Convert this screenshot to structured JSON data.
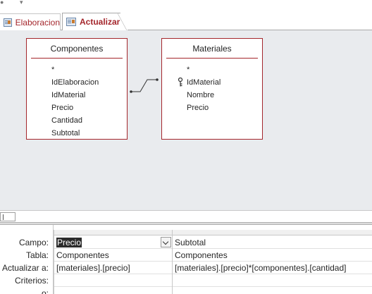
{
  "tabs": [
    {
      "label": "Elaboracion",
      "active": false
    },
    {
      "label": "Actualizar",
      "active": true
    }
  ],
  "design": {
    "tables": [
      {
        "title": "Componentes",
        "fields": [
          "*",
          "IdElaboracion",
          "IdMaterial",
          "Precio",
          "Cantidad",
          "Subtotal"
        ]
      },
      {
        "title": "Materiales",
        "fields": [
          "*",
          "IdMaterial",
          "Nombre",
          "Precio"
        ],
        "key_field": "IdMaterial"
      }
    ],
    "relationship": {
      "from": "Componentes.IdMaterial",
      "to": "Materiales.IdMaterial"
    }
  },
  "grid": {
    "row_labels": [
      "Campo:",
      "Tabla:",
      "Actualizar a:",
      "Criterios:",
      "o:"
    ],
    "columns": [
      {
        "campo": "Precio",
        "tabla": "Componentes",
        "actualizar": "[materiales].[precio]",
        "criterios": "",
        "o": ""
      },
      {
        "campo": "Subtotal",
        "tabla": "Componentes",
        "actualizar": "[materiales].[precio]*[componentes].[cantidad]",
        "criterios": "",
        "o": ""
      }
    ]
  },
  "colors": {
    "accent": "#a4262c",
    "design_bg": "#e9ebee"
  },
  "icons": [
    "query-tab-icon",
    "primary-key-icon",
    "dropdown-arrow-icon"
  ]
}
